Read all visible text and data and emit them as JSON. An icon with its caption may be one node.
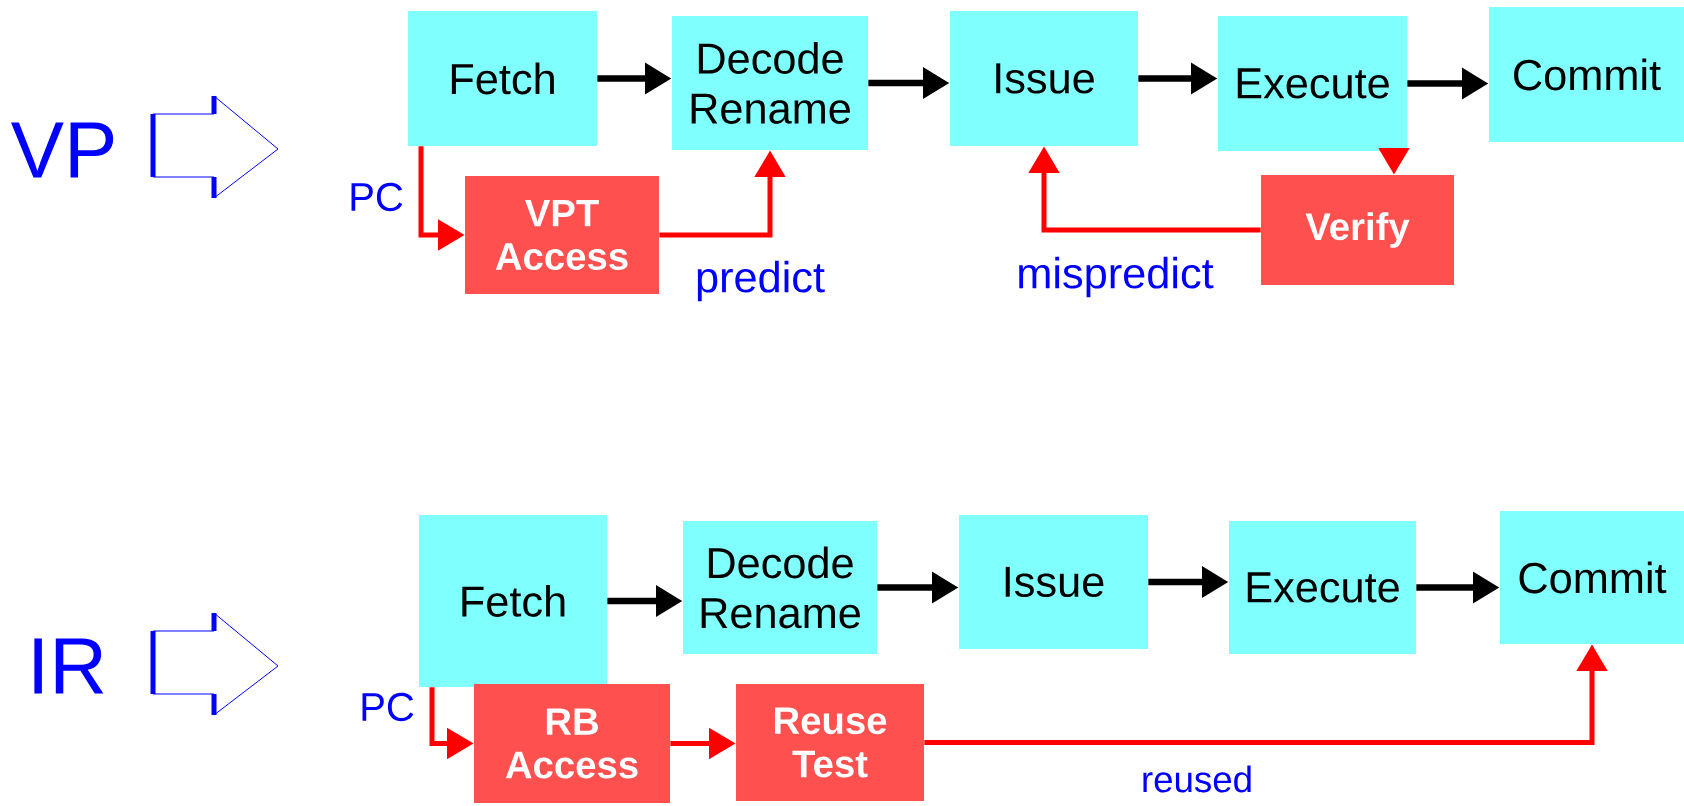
{
  "diagram": {
    "nodes": [
      {
        "text": [
          "Fetch"
        ]
      },
      {
        "text": [
          "Decode Rename"
        ]
      },
      {
        "text": [
          "Issue"
        ]
      },
      {
        "text": [
          "Execute"
        ]
      },
      {
        "text": [
          "Commit"
        ]
      },
      {
        "text": [
          "VPT Access"
        ]
      },
      {
        "text": [
          "Verify"
        ]
      },
      {
        "text": [
          "Fetch"
        ]
      },
      {
        "text": [
          "Decode Rename"
        ]
      },
      {
        "text": [
          "Issue"
        ]
      },
      {
        "text": [
          "Execute"
        ]
      },
      {
        "text": [
          "Commit"
        ]
      },
      {
        "text": [
          "RB Access"
        ]
      },
      {
        "text": [
          "Reuse Test"
        ]
      }
    ],
    "edges": [
      {
        "from": 0,
        "to": 1,
        "arrow": "to"
      },
      {
        "from": 1,
        "to": 2,
        "arrow": "to"
      },
      {
        "from": 2,
        "to": 3,
        "arrow": "to"
      },
      {
        "from": 3,
        "to": 4,
        "arrow": "to"
      },
      {
        "from": 0,
        "to": 5,
        "arrow": "to",
        "label": "PC",
        "color": "#ff0000"
      },
      {
        "from": 5,
        "to": 1,
        "arrow": "to",
        "label": "predict",
        "color": "#ff0000"
      },
      {
        "from": 3,
        "to": 6,
        "arrow": "to",
        "color": "#ff0000"
      },
      {
        "from": 6,
        "to": 2,
        "arrow": "to",
        "label": "mispredict",
        "color": "#ff0000"
      },
      {
        "from": 7,
        "to": 8,
        "arrow": "to"
      },
      {
        "from": 8,
        "to": 9,
        "arrow": "to"
      },
      {
        "from": 9,
        "to": 10,
        "arrow": "to"
      },
      {
        "from": 10,
        "to": 11,
        "arrow": "to"
      },
      {
        "from": 7,
        "to": 12,
        "arrow": "to",
        "label": "PC",
        "color": "#ff0000"
      },
      {
        "from": 12,
        "to": 13,
        "arrow": "to",
        "color": "#ff0000"
      },
      {
        "from": 13,
        "to": 11,
        "arrow": "to",
        "label": "reused",
        "color": "#ff0000"
      }
    ],
    "labels": [
      "VP",
      "IR"
    ]
  }
}
